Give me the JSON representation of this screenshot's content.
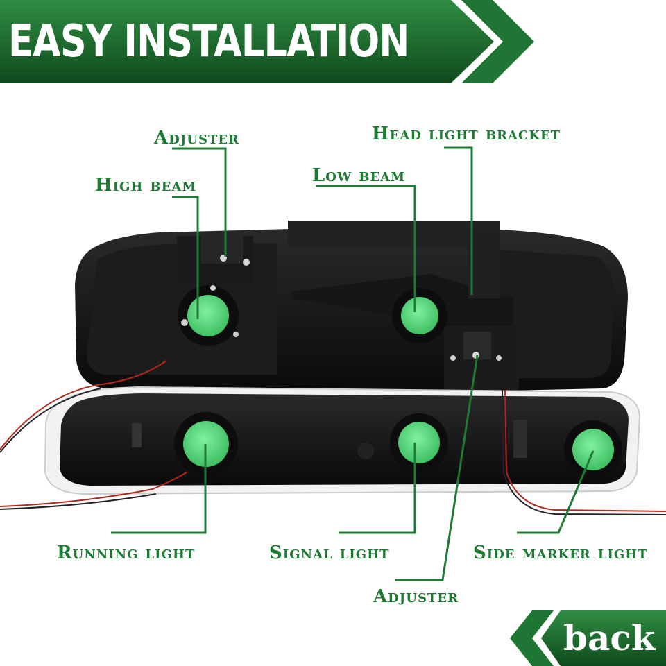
{
  "banner": {
    "title": "EASY INSTALLATION"
  },
  "labels": {
    "adjuster_top": "Adjuster",
    "high_beam": "High beam",
    "low_beam": "Low beam",
    "head_light_bracket": "Head light bracket",
    "running_light": "Running light",
    "signal_light": "Signal light",
    "side_marker_light": "Side marker light",
    "adjuster_bottom": "Adjuster"
  },
  "back_button": {
    "label": "back"
  },
  "colors": {
    "brand_green": "#1e7a35",
    "bulb_green": "#5fd97f",
    "housing_black": "#141414"
  }
}
